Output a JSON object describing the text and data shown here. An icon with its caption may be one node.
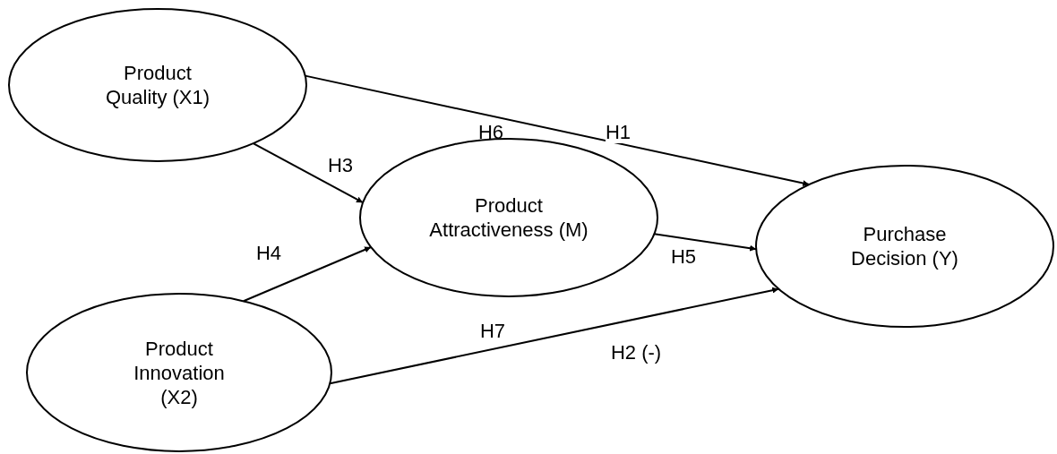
{
  "diagram": {
    "nodes": [
      {
        "text": [
          "Product Quality (X1)"
        ]
      },
      {
        "text": [
          "Product Attractiveness (M)"
        ]
      },
      {
        "text": [
          "Purchase Decision (Y)"
        ]
      },
      {
        "text": [
          "Product Innovation (X2)"
        ]
      }
    ],
    "edges": [
      {
        "from": 0,
        "to": 2,
        "arrow": "to",
        "label": "H1"
      },
      {
        "from": 0,
        "to": 1,
        "arrow": "to",
        "label": "H3"
      },
      {
        "from": 3,
        "to": 1,
        "arrow": "to",
        "label": "H4"
      },
      {
        "from": 1,
        "to": 2,
        "arrow": "to",
        "label": "H5"
      },
      {
        "from": 3,
        "to": 2,
        "arrow": "to",
        "label": "H2 (-)"
      }
    ],
    "labels": [
      "H6",
      "H7"
    ]
  }
}
